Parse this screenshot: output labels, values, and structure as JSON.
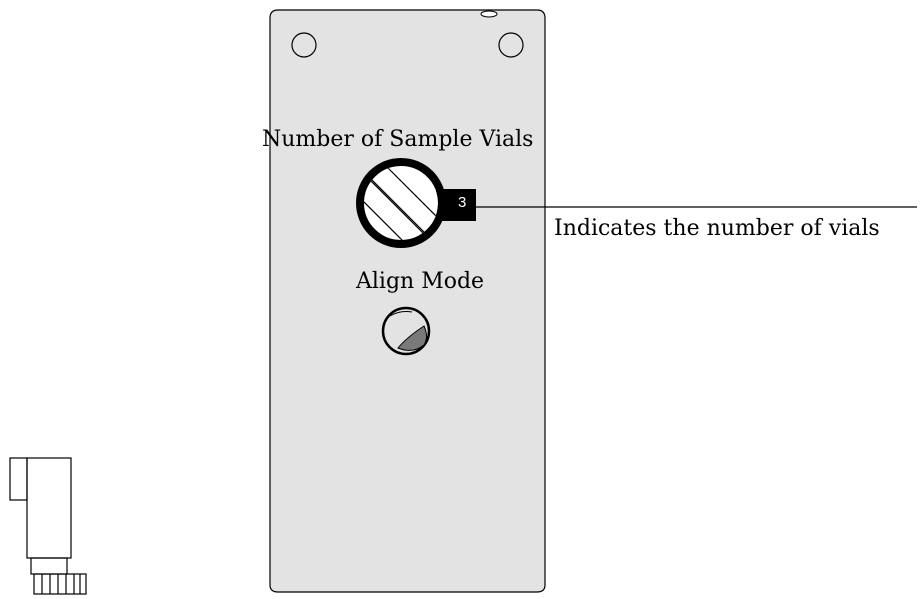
{
  "labels": {
    "sample_vials_title": "Number of Sample Vials",
    "align_mode_title": "Align Mode",
    "vials_indicator_callout": "Indicates the number of vials"
  },
  "dial": {
    "vial_count": "3"
  },
  "colors": {
    "panel_fill": "#e3e3e3",
    "outline": "#000000",
    "align_knob_shade": "#7a7a7a",
    "background": "#ffffff"
  }
}
